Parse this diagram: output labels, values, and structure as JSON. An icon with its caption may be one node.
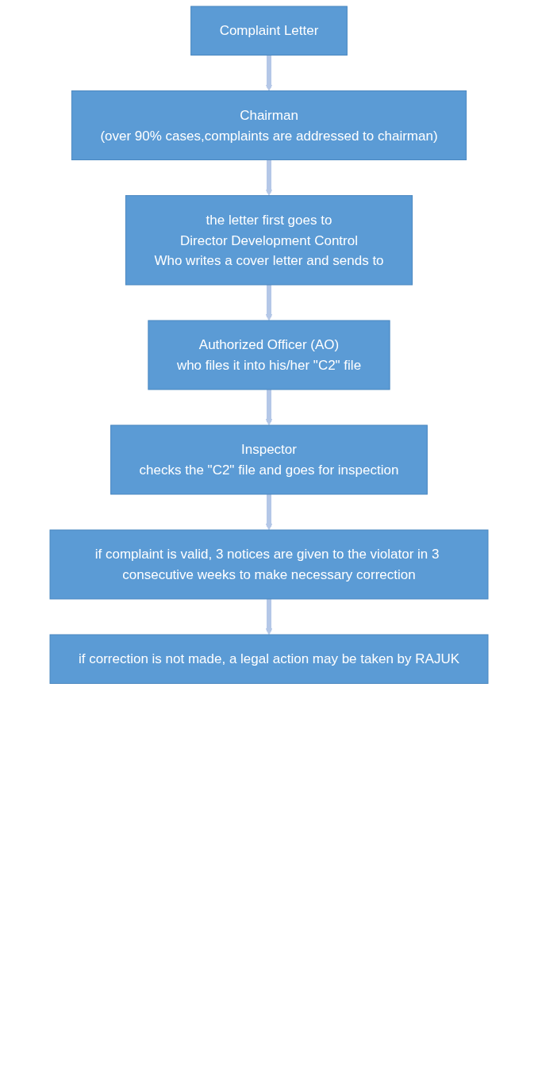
{
  "diagram": {
    "nodes": [
      {
        "text": [
          "Complaint Letter"
        ]
      },
      {
        "text": [
          "Chairman",
          "(over 90% cases,complaints are addressed to chairman)"
        ]
      },
      {
        "text": [
          "the letter first goes to",
          "Director Development Control",
          "Who writes a cover letter and sends to"
        ]
      },
      {
        "text": [
          "Authorized Officer (AO)",
          "who files it into his/her \"C2\" file"
        ]
      },
      {
        "text": [
          "Inspector",
          "checks the \"C2\" file and goes for inspection"
        ]
      },
      {
        "text": [
          "if complaint is valid, 3 notices are given to the violator in 3 consecutive weeks to make necessary correction"
        ]
      },
      {
        "text": [
          "if correction is not made, a legal action may be taken by RAJUK"
        ]
      }
    ],
    "edges": [
      {
        "from": 0,
        "to": 1,
        "arrow": "to"
      },
      {
        "from": 1,
        "to": 2,
        "arrow": "to"
      },
      {
        "from": 2,
        "to": 3,
        "arrow": "to"
      },
      {
        "from": 3,
        "to": 4,
        "arrow": "to"
      },
      {
        "from": 4,
        "to": 5,
        "arrow": "to"
      },
      {
        "from": 5,
        "to": 6,
        "arrow": "to"
      }
    ]
  }
}
